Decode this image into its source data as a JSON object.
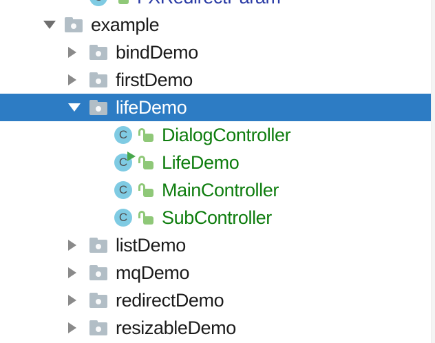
{
  "colors": {
    "selection_background": "#2D7CC4",
    "folder_text": "#1b1b1b",
    "added_class_text_green": "#0E7D0E",
    "modified_class_text_blue": "#2A3BA5",
    "selected_text": "#ffffff",
    "class_icon_circle": "#7FCBE3",
    "class_icon_letter": "#4E4E4E",
    "padlock_green": "#8FC878",
    "run_badge_green": "#48A74C",
    "folder_icon": "#B2BEC6",
    "arrow_expanded": "#6F6F6F",
    "arrow_collapsed": "#8A8A8A"
  },
  "icons": {
    "class_glyph": "C"
  },
  "tree": {
    "rows": [
      {
        "label": "FXRedirectParam",
        "type": "class",
        "depth": 1,
        "text_color": "blue",
        "clipped": true,
        "runnable": false,
        "selected": false
      },
      {
        "label": "example",
        "type": "folder",
        "depth": 0,
        "expanded": true,
        "selected": false
      },
      {
        "label": "bindDemo",
        "type": "folder",
        "depth": 1,
        "expanded": false,
        "selected": false
      },
      {
        "label": "firstDemo",
        "type": "folder",
        "depth": 1,
        "expanded": false,
        "selected": false
      },
      {
        "label": "lifeDemo",
        "type": "folder",
        "depth": 1,
        "expanded": true,
        "selected": true
      },
      {
        "label": "DialogController",
        "type": "class",
        "depth": 2,
        "text_color": "green",
        "runnable": false,
        "selected": false
      },
      {
        "label": "LifeDemo",
        "type": "class",
        "depth": 2,
        "text_color": "green",
        "runnable": true,
        "selected": false
      },
      {
        "label": "MainController",
        "type": "class",
        "depth": 2,
        "text_color": "green",
        "runnable": false,
        "selected": false
      },
      {
        "label": "SubController",
        "type": "class",
        "depth": 2,
        "text_color": "green",
        "runnable": false,
        "selected": false
      },
      {
        "label": "listDemo",
        "type": "folder",
        "depth": 1,
        "expanded": false,
        "selected": false
      },
      {
        "label": "mqDemo",
        "type": "folder",
        "depth": 1,
        "expanded": false,
        "selected": false
      },
      {
        "label": "redirectDemo",
        "type": "folder",
        "depth": 1,
        "expanded": false,
        "selected": false
      },
      {
        "label": "resizableDemo",
        "type": "folder",
        "depth": 1,
        "expanded": false,
        "selected": false
      }
    ]
  }
}
